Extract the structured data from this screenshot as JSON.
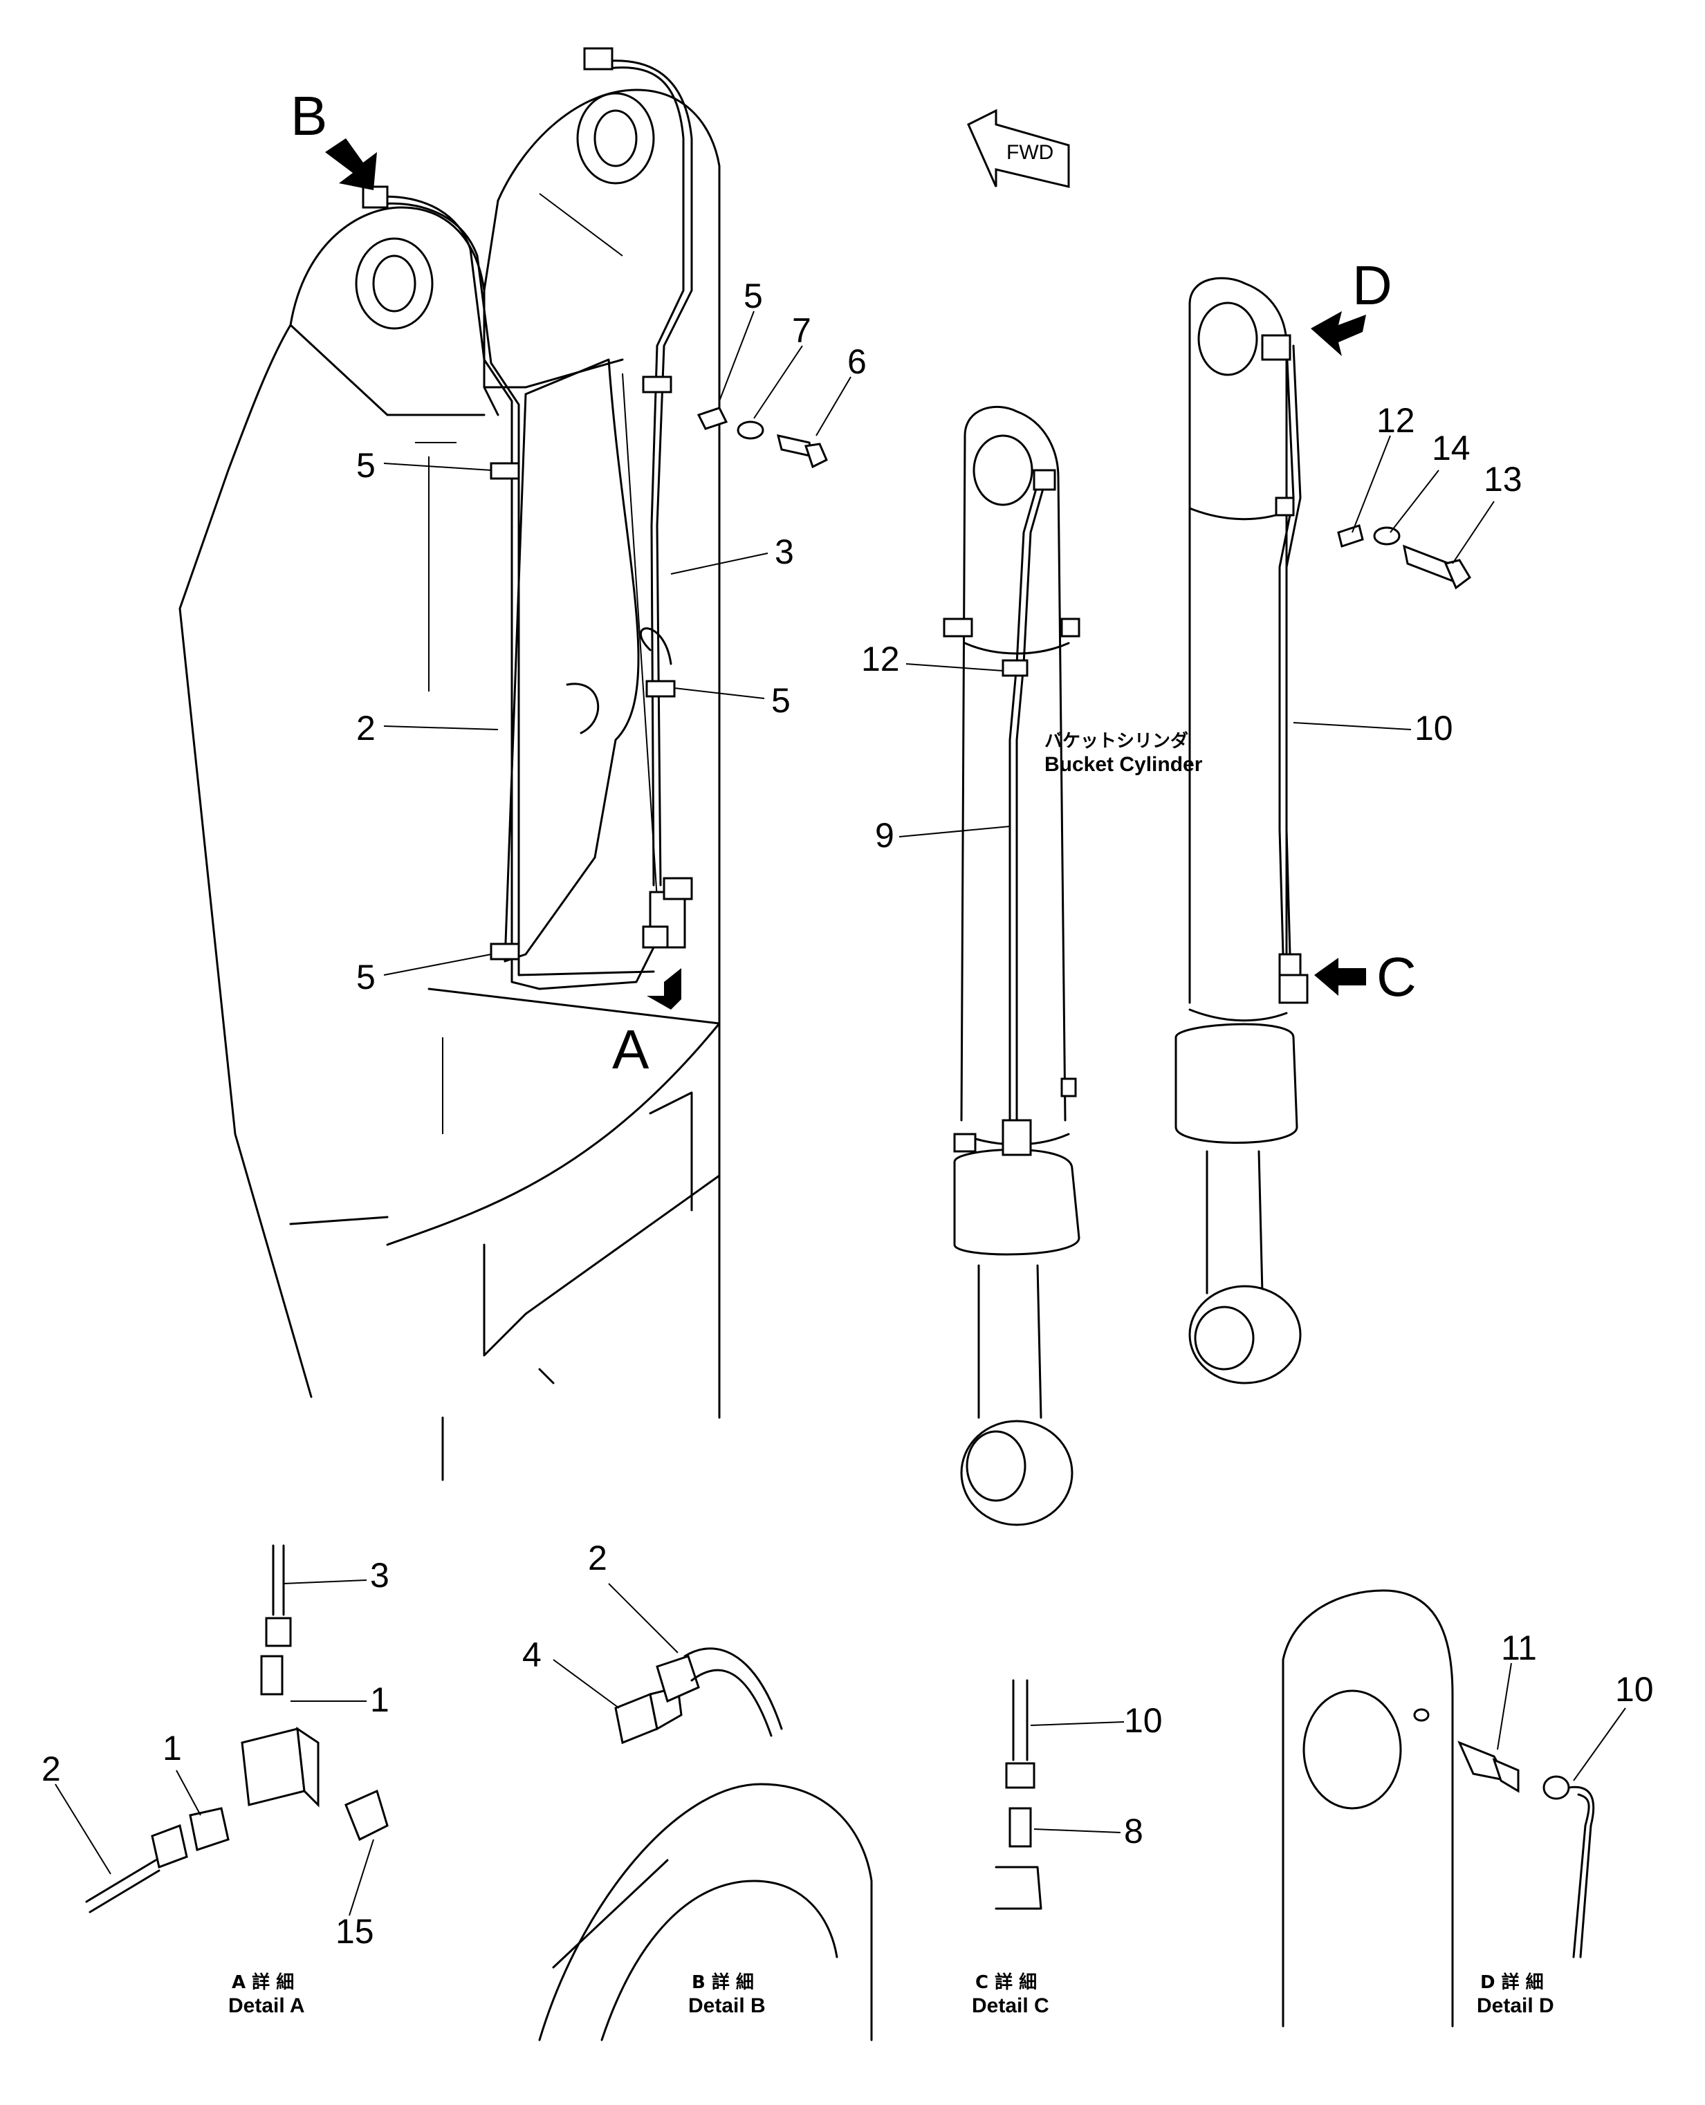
{
  "callouts": {
    "p1": "1",
    "p2": "2",
    "p3": "3",
    "p4": "4",
    "p5": "5",
    "p6": "6",
    "p7": "7",
    "p8": "8",
    "p9": "9",
    "p10": "10",
    "p11": "11",
    "p12": "12",
    "p13": "13",
    "p14": "14",
    "p15": "15"
  },
  "view_letters": {
    "a": "A",
    "b": "B",
    "c": "C",
    "d": "D"
  },
  "direction_label": "FWD",
  "cylinder_label": {
    "jp": "バケットシリンダ",
    "en": "Bucket  Cylinder"
  },
  "details": [
    {
      "jp": "A 詳 細",
      "en": "Detail  A"
    },
    {
      "jp": "B 詳 細",
      "en": "Detail  B"
    },
    {
      "jp": "C 詳 細",
      "en": "Detail  C"
    },
    {
      "jp": "D 詳 細",
      "en": "Detail  D"
    }
  ]
}
